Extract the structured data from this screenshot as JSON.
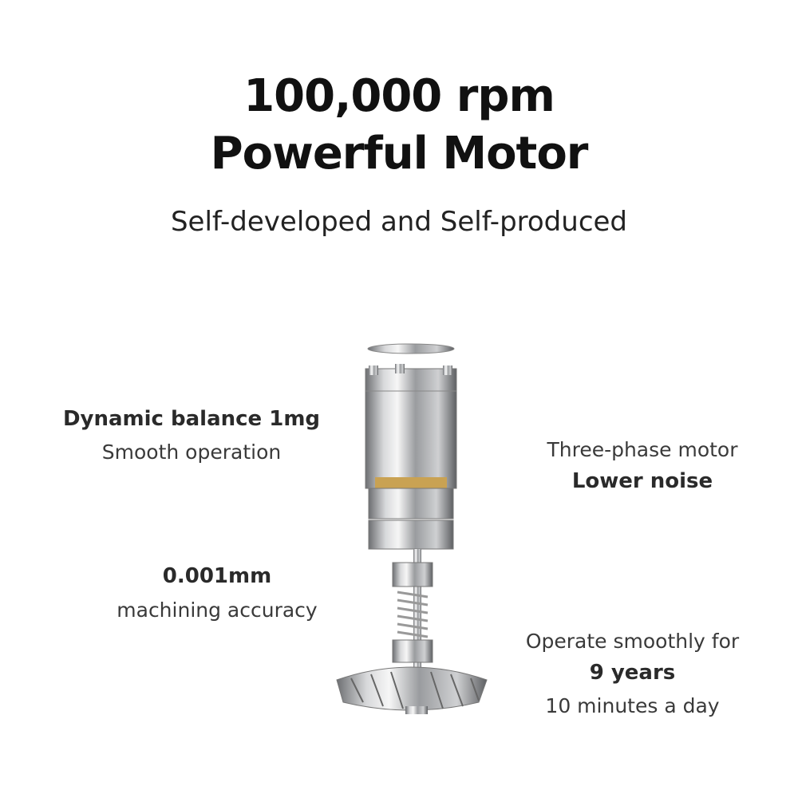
{
  "header": {
    "title_line1": "100,000 rpm",
    "title_line2": "Powerful Motor",
    "subtitle": "Self-developed and Self-produced"
  },
  "features": {
    "balance": {
      "title": "Dynamic balance 1mg",
      "text": "Smooth operation"
    },
    "motor": {
      "text": "Three-phase motor",
      "title": "Lower noise"
    },
    "accuracy": {
      "title": "0.001mm",
      "text": "machining accuracy"
    },
    "lifetime": {
      "text1": "Operate smoothly for",
      "title": "9 years",
      "text2": "10 minutes a day"
    }
  }
}
